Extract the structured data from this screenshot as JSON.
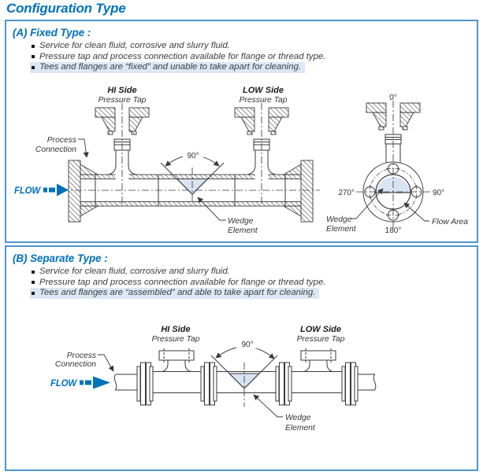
{
  "page_title": "Configuration Type",
  "colors": {
    "accent_blue": "#0071bc",
    "border_blue": "#4d96cc",
    "highlight_bg": "#dbe7f4",
    "wedge_fill": "#d9e4f3",
    "line": "#3a3a3a"
  },
  "box_a": {
    "heading": "(A) Fixed Type :",
    "bullets": [
      "Service for clean fluid, corrosive and slurry fluid.",
      "Pressure tap and process connection available for flange or thread type.",
      "Tees and flanges are “fixed” and unable to take apart for cleaning."
    ],
    "hi_side": "HI Side",
    "low_side": "LOW Side",
    "pressure_tap": "Pressure Tap",
    "process_1": "Process",
    "process_2": "Connection",
    "flow": "FLOW",
    "angle": "90°",
    "wedge_1": "Wedge",
    "wedge_2": "Element",
    "end_view": {
      "deg_0": "0°",
      "deg_90": "90°",
      "deg_180": "180°",
      "deg_270": "270°",
      "wedge_1": "Wedge",
      "wedge_2": "Element",
      "flow_area": "Flow Area"
    }
  },
  "box_b": {
    "heading": "(B) Separate Type :",
    "bullets": [
      "Service for clean fluid, corrosive and slurry fluid.",
      "Pressure tap and process connection available for flange or thread type.",
      "Tees and flanges are “assembled” and able to take apart for cleaning."
    ],
    "hi_side": "HI Side",
    "low_side": "LOW Side",
    "pressure_tap": "Pressure Tap",
    "process_1": "Process",
    "process_2": "Connection",
    "flow": "FLOW",
    "angle": "90°",
    "wedge_1": "Wedge",
    "wedge_2": "Element"
  }
}
